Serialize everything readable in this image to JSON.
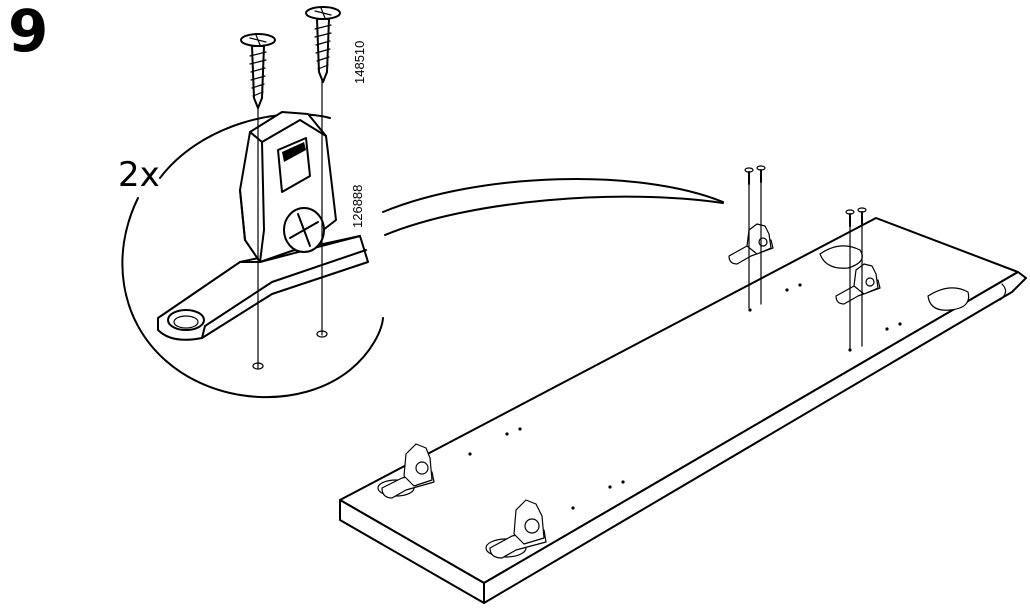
{
  "step": {
    "number": "9"
  },
  "detail": {
    "quantity": "2x",
    "screw_part_number": "148510",
    "bracket_part_number": "126888"
  }
}
